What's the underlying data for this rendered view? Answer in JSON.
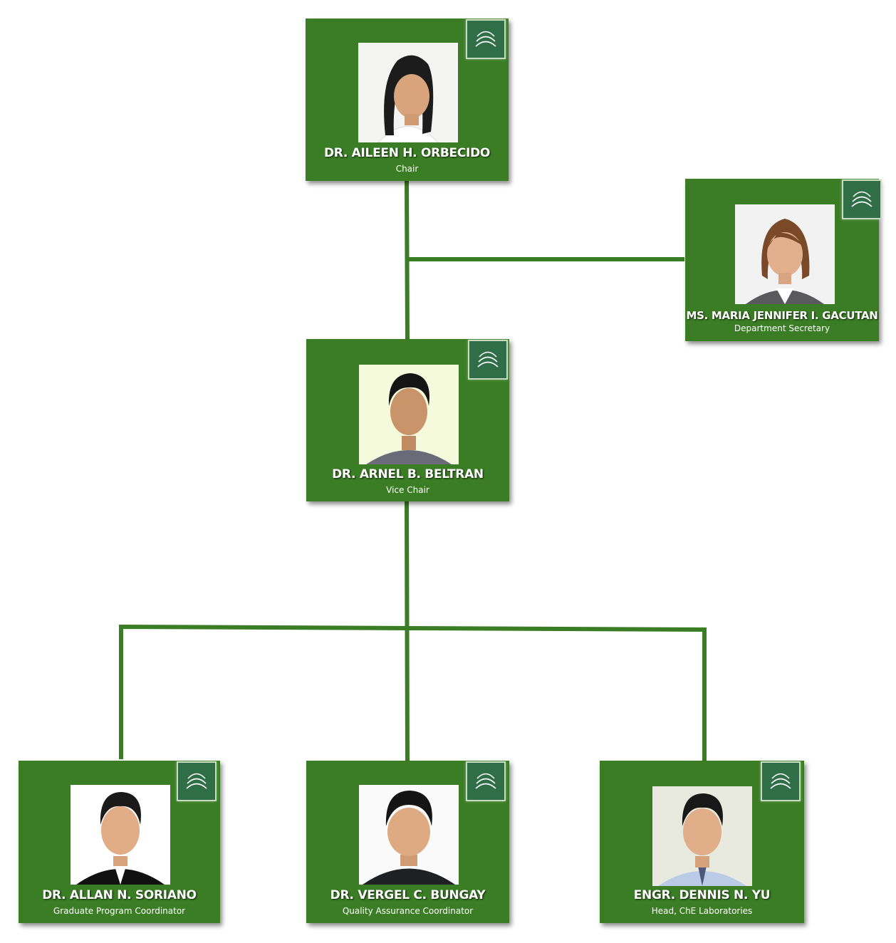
{
  "colors": {
    "card_green": "#3a7d24",
    "connector_green": "#3a7d24",
    "logo_bg": "#2f6e47"
  },
  "people": [
    {
      "name": "DR. AILEEN H. ORBECIDO",
      "role": "Chair",
      "icon": "university-logo-icon"
    },
    {
      "name": "MS. MARIA JENNIFER I. GACUTAN",
      "role": "Department Secretary",
      "icon": "university-logo-icon"
    },
    {
      "name": "DR. ARNEL B. BELTRAN",
      "role": "Vice Chair",
      "icon": "university-logo-icon"
    },
    {
      "name": "DR. ALLAN N. SORIANO",
      "role": "Graduate Program Coordinator",
      "icon": "university-logo-icon"
    },
    {
      "name": "DR. VERGEL C. BUNGAY",
      "role": "Quality Assurance Coordinator",
      "icon": "university-logo-icon"
    },
    {
      "name": "ENGR. DENNIS N. YU",
      "role": "Head, ChE Laboratories",
      "icon": "university-logo-icon"
    }
  ],
  "relations": [
    {
      "from": "DR. AILEEN H. ORBECIDO",
      "to": "MS. MARIA JENNIFER I. GACUTAN"
    },
    {
      "from": "DR. AILEEN H. ORBECIDO",
      "to": "DR. ARNEL B. BELTRAN"
    },
    {
      "from": "DR. ARNEL B. BELTRAN",
      "to": "DR. ALLAN N. SORIANO"
    },
    {
      "from": "DR. ARNEL B. BELTRAN",
      "to": "DR. VERGEL C. BUNGAY"
    },
    {
      "from": "DR. ARNEL B. BELTRAN",
      "to": "ENGR. DENNIS N. YU"
    }
  ]
}
